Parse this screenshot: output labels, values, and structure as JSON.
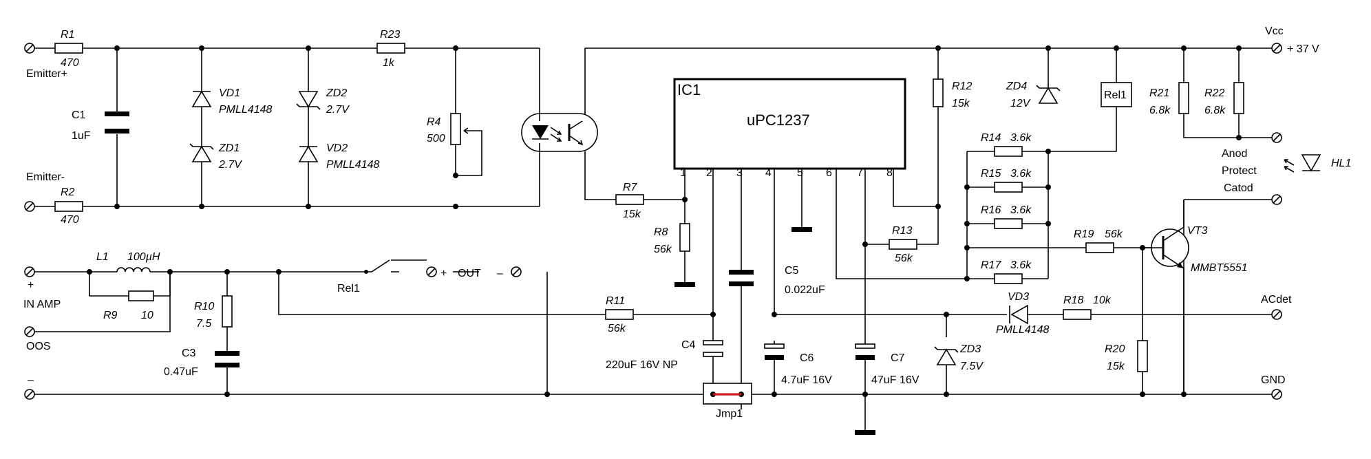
{
  "components": {
    "R1": {
      "ref": "R1",
      "value": "470"
    },
    "R2": {
      "ref": "R2",
      "value": "470"
    },
    "R4": {
      "ref": "R4",
      "value": "500"
    },
    "R7": {
      "ref": "R7",
      "value": "15k"
    },
    "R8": {
      "ref": "R8",
      "value": "56k"
    },
    "R9": {
      "ref": "R9",
      "value": "10"
    },
    "R10": {
      "ref": "R10",
      "value": "7.5"
    },
    "R11": {
      "ref": "R11",
      "value": "56k"
    },
    "R12": {
      "ref": "R12",
      "value": "15k"
    },
    "R13": {
      "ref": "R13",
      "value": "56k"
    },
    "R14": {
      "ref": "R14",
      "value": "3.6k"
    },
    "R15": {
      "ref": "R15",
      "value": "3.6k"
    },
    "R16": {
      "ref": "R16",
      "value": "3.6k"
    },
    "R17": {
      "ref": "R17",
      "value": "3.6k"
    },
    "R18": {
      "ref": "R18",
      "value": "10k"
    },
    "R19": {
      "ref": "R19",
      "value": "56k"
    },
    "R20": {
      "ref": "R20",
      "value": "15k"
    },
    "R21": {
      "ref": "R21",
      "value": "6.8k"
    },
    "R22": {
      "ref": "R22",
      "value": "6.8k"
    },
    "R23": {
      "ref": "R23",
      "value": "1k"
    },
    "C1": {
      "ref": "C1",
      "value": "1uF"
    },
    "C3": {
      "ref": "C3",
      "value": "0.47uF"
    },
    "C4": {
      "ref": "C4",
      "value": "220uF 16V NP"
    },
    "C5": {
      "ref": "C5",
      "value": "0.022uF"
    },
    "C6": {
      "ref": "C6",
      "value": "4.7uF 16V"
    },
    "C7": {
      "ref": "C7",
      "value": "47uF 16V"
    },
    "VD1": {
      "ref": "VD1",
      "value": "PMLL4148"
    },
    "VD2": {
      "ref": "VD2",
      "value": "PMLL4148"
    },
    "VD3": {
      "ref": "VD3",
      "value": "PMLL4148"
    },
    "ZD1": {
      "ref": "ZD1",
      "value": "2.7V"
    },
    "ZD2": {
      "ref": "ZD2",
      "value": "2.7V"
    },
    "ZD3": {
      "ref": "ZD3",
      "value": "7.5V"
    },
    "ZD4": {
      "ref": "ZD4",
      "value": "12V"
    },
    "L1": {
      "ref": "L1",
      "value": "100µH"
    },
    "VT3": {
      "ref": "VT3",
      "value": "MMBT5551"
    },
    "IC1": {
      "ref": "IC1",
      "value": "uPC1237"
    },
    "Rel1": {
      "ref": "Rel1"
    },
    "Jmp1": {
      "ref": "Jmp1"
    },
    "HL1": {
      "ref": "HL1"
    }
  },
  "pins": [
    "1",
    "2",
    "3",
    "4",
    "5",
    "6",
    "7",
    "8"
  ],
  "terminals": {
    "emitter_plus": "Emitter+",
    "emitter_minus": "Emitter-",
    "vcc": "Vcc",
    "vcc_value": "+ 37 V",
    "in_amp_plus": "+",
    "in_amp": "IN AMP",
    "oos": "OOS",
    "minus": "–",
    "out_plus": "+",
    "out": "OUT",
    "out_minus": "–",
    "anod": "Anod",
    "protect": "Protect",
    "catod": "Catod",
    "acdet": "ACdet",
    "gnd": "GND"
  },
  "colors": {
    "wire": "#000000",
    "jumper": "#cc1b1b",
    "background": "#ffffff"
  }
}
